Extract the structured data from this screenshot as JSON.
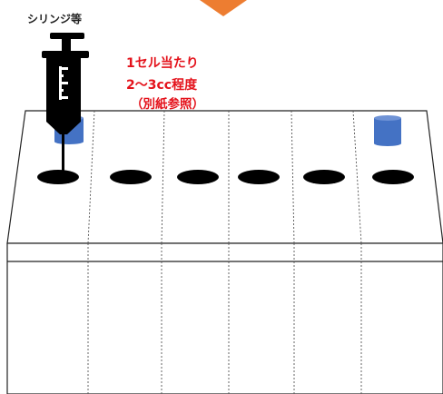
{
  "labels": {
    "syringe": "シリンジ等",
    "note_line1": "1セル当たり",
    "note_line2": "2～3cc程度",
    "note_line3": "（別紙参照）"
  },
  "colors": {
    "note_red": "#e4121b",
    "arrow_orange": "#ed7d31",
    "cylinder_blue": "#4472c4",
    "hole_black": "#000000",
    "syringe_black": "#000000"
  },
  "icons": {
    "syringe": "syringe-icon",
    "cylinder": "blue-cylinder-icon",
    "arrow": "down-arrow-icon"
  },
  "cells": {
    "count": 6
  }
}
